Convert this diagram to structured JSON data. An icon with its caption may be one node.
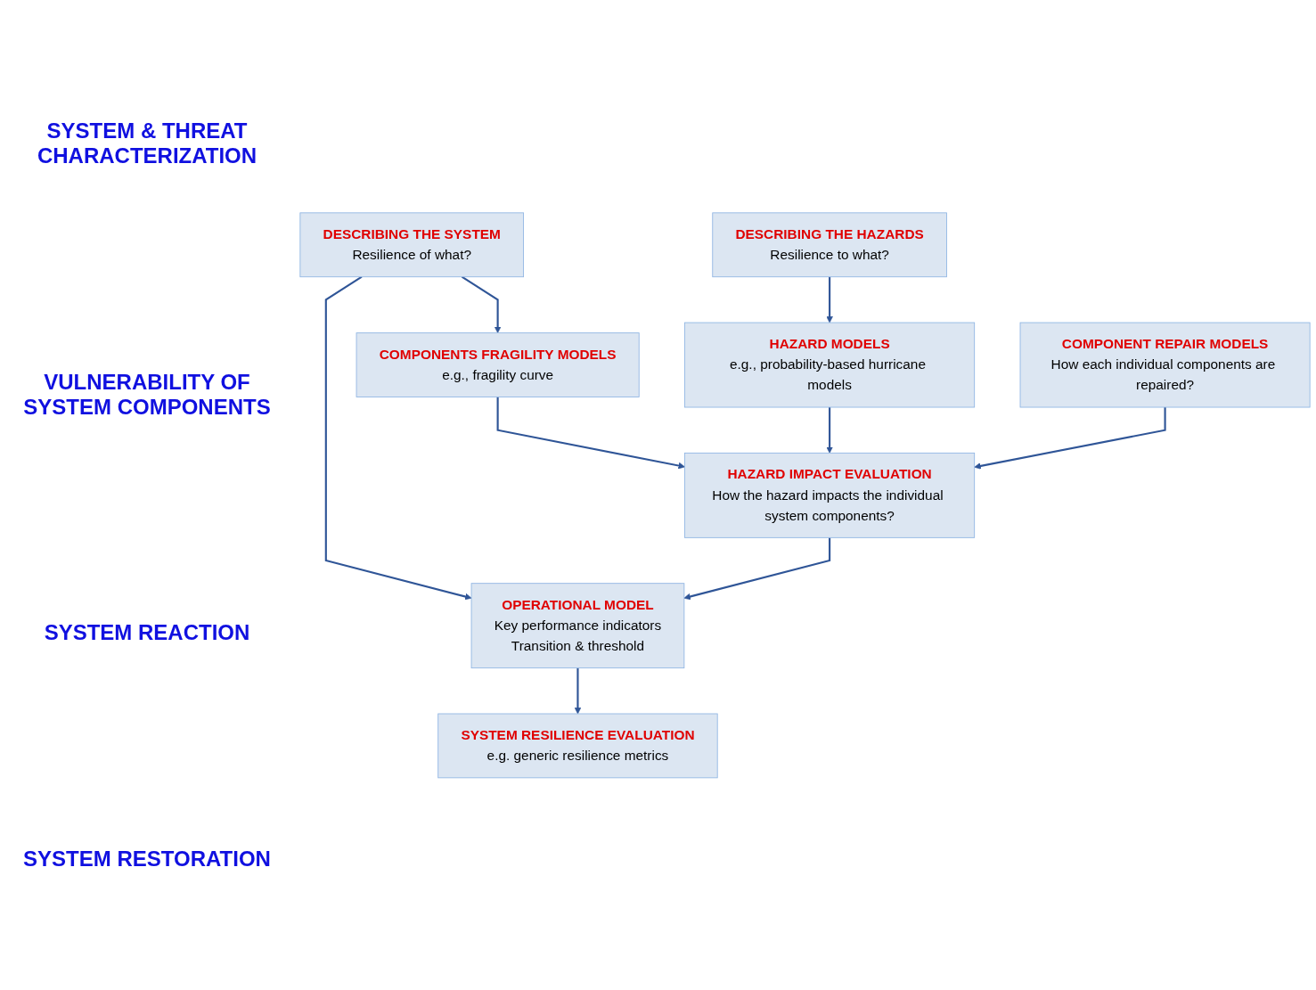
{
  "diagram": {
    "nodes": [
      {
        "text": [
          "DESCRIBING THE SYSTEM",
          "Resilience of what?"
        ]
      },
      {
        "text": [
          "DESCRIBING THE HAZARDS",
          "Resilience to what?"
        ]
      },
      {
        "text": [
          "COMPONENTS FRAGILITY MODELS",
          "e.g., fragility curve"
        ]
      },
      {
        "text": [
          "HAZARD MODELS",
          "e.g., probability-based hurricane models"
        ]
      },
      {
        "text": [
          "OPERATIONAL MODEL",
          "Key performance indicators",
          "Transition & threshold"
        ]
      },
      {
        "text": [
          "HAZARD IMPACT EVALUATION",
          "How the hazard impacts the individual system components?"
        ]
      },
      {
        "text": [
          "SYSTEM RESILIENCE EVALUATION",
          "e.g. generic resilience metrics"
        ]
      },
      {
        "text": [
          "COMPONENT REPAIR MODELS",
          "How each individual components are repaired?"
        ]
      }
    ],
    "edges": [
      {
        "from": 0,
        "to": 2,
        "arrow": "to"
      },
      {
        "from": 1,
        "to": 3,
        "arrow": "to"
      },
      {
        "from": 0,
        "to": 4,
        "arrow": "to"
      },
      {
        "from": 2,
        "to": 5,
        "arrow": "to"
      },
      {
        "from": 3,
        "to": 5,
        "arrow": "to"
      },
      {
        "from": 5,
        "to": 4,
        "arrow": "to"
      },
      {
        "from": 4,
        "to": 6,
        "arrow": "to"
      },
      {
        "from": 7,
        "to": 5,
        "arrow": "to"
      }
    ],
    "labels": [
      "SYSTEM & THREAT CHARACTERIZATION",
      "VULNERABILITY OF SYSTEM COMPONENTS",
      "SYSTEM REACTION",
      "SYSTEM RESTORATION"
    ]
  }
}
